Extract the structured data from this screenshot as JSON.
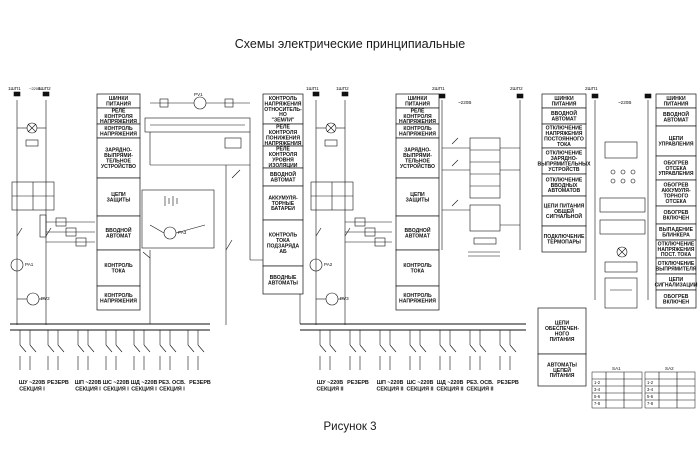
{
  "title": "Схемы электрические принципиальные",
  "caption": "Рисунок 3",
  "bus_labels": {
    "v220": "~220В",
    "sb1": "1ШП1",
    "sb2": "1ШП2",
    "sb3": "2ШП1",
    "sb4": "2ШП2"
  },
  "blocks_1": [
    [
      "ШИНКИ",
      "ПИТАНИЯ"
    ],
    [
      "РЕЛЕ",
      "КОНТРОЛЯ",
      "НАПРЯЖЕНИЯ"
    ],
    [
      "КОНТРОЛЬ",
      "НАПРЯЖЕНИЯ"
    ],
    [
      "ЗАРЯДНО-",
      "ВЫПРЯМИ-",
      "ТЕЛЬНОЕ",
      "УСТРОЙСТВО"
    ],
    [
      "ЦЕПИ",
      "ЗАЩИТЫ"
    ],
    [
      "ВВОДНОЙ",
      "АВТОМАТ"
    ],
    [
      "КОНТРОЛЬ",
      "ТОКА"
    ],
    [
      "КОНТРОЛЬ",
      "НАПРЯЖЕНИЯ"
    ]
  ],
  "blocks_2": [
    [
      "КОНТРОЛЬ",
      "НАПРЯЖЕНИЯ",
      "ОТНОСИТЕЛЬ-",
      "НО",
      "\"ЗЕМЛИ\""
    ],
    [
      "РЕЛЕ",
      "КОНТРОЛЯ",
      "ПОНИЖЕНИЯ",
      "НАПРЯЖЕНИЯ"
    ],
    [
      "РЕЛЕ",
      "КОНТРОЛЯ",
      "УРОВНЯ",
      "ИЗОЛЯЦИИ"
    ],
    [
      "ВВОДНОЙ",
      "АВТОМАТ"
    ],
    [
      "АККУМУЛЯ-",
      "ТОРНЫЕ",
      "БАТАРЕИ"
    ],
    [
      "КОНТРОЛЬ",
      "ТОКА",
      "ПОДЗАРЯДА",
      "АБ"
    ],
    [
      "ВВОДНЫЕ",
      "АВТОМАТЫ"
    ]
  ],
  "blocks_3": [
    [
      "ШИНКИ",
      "ПИТАНИЯ"
    ],
    [
      "РЕЛЕ",
      "КОНТРОЛЯ",
      "НАПРЯЖЕНИЯ"
    ],
    [
      "КОНТРОЛЬ",
      "НАПРЯЖЕНИЯ"
    ],
    [
      "ЗАРЯДНО-",
      "ВЫПРЯМИ-",
      "ТЕЛЬНОЕ",
      "УСТРОЙСТВО"
    ],
    [
      "ЦЕПИ",
      "ЗАЩИТЫ"
    ],
    [
      "ВВОДНОЙ",
      "АВТОМАТ"
    ],
    [
      "КОНТРОЛЬ",
      "ТОКА"
    ],
    [
      "КОНТРОЛЬ",
      "НАПРЯЖЕНИЯ"
    ]
  ],
  "blocks_4": [
    [
      "ШИНКИ",
      "ПИТАНИЯ"
    ],
    [
      "ВВОДНОЙ",
      "АВТОМАТ"
    ],
    [
      "ОТКЛЮЧЕНИЕ",
      "НАПРЯЖЕНИЯ",
      "ПОСТОЯННОГО",
      "ТОКА"
    ],
    [
      "ОТКЛЮЧЕНИЕ",
      "ЗАРЯДНО-",
      "ВЫПРЯМИТЕЛЬНЫХ",
      "УСТРОЙСТВ"
    ],
    [
      "ОТКЛЮЧЕНИЕ",
      "ВВОДНЫХ",
      "АВТОМАТОВ"
    ],
    [
      "ЦЕПИ ПИТАНИЯ",
      "ОБЩЕЙ",
      "СИГНАЛЬНОЙ"
    ],
    [
      "ПОДКЛЮЧЕНИЕ",
      "ТЕРМОПАРЫ"
    ]
  ],
  "blocks_5": [
    [
      "ШИНКИ",
      "ПИТАНИЯ"
    ],
    [
      "ВВОДНОЙ",
      "АВТОМАТ"
    ],
    [
      "ЦЕПИ",
      "УПРАВЛЕНИЯ"
    ],
    [
      "ОБОГРЕВ",
      "ОТСЕКА",
      "УПРАВЛЕНИЯ"
    ],
    [
      "ОБОГРЕВ",
      "АККУМУЛЯ-",
      "ТОРНОГО",
      "ОТСЕКА"
    ],
    [
      "ОБОГРЕВ",
      "ВКЛЮЧЕН"
    ],
    [
      "ВЫПАДЕНИЕ",
      "БЛИНКЕРА"
    ],
    [
      "ОТКЛЮЧЕНИЕ",
      "НАПРЯЖЕНИЯ",
      "ПОСТ. ТОКА"
    ],
    [
      "ОТКЛЮЧЕНИЕ",
      "ВЫПРЯМИТЕЛЯ"
    ],
    [
      "ЦЕПИ",
      "СИГНАЛИЗАЦИИ"
    ],
    [
      "ОБОГРЕВ",
      "ВКЛЮЧЕН"
    ]
  ],
  "blocks_6": [
    [
      "ЦЕПИ",
      "ОБЕСПЕЧЕН-",
      "НОГО",
      "ПИТАНИЯ"
    ],
    [
      "АВТОМАТЫ",
      "ЦЕПЕЙ",
      "ПИТАНИЯ"
    ]
  ],
  "feeders_1": [
    [
      "ШУ ~220В",
      "СЕКЦИЯ I"
    ],
    [
      "РЕЗЕРВ"
    ],
    [
      "ШП ~220В",
      "СЕКЦИЯ I"
    ],
    [
      "ШС ~220В",
      "СЕКЦИЯ I"
    ],
    [
      "ШД ~220В",
      "СЕКЦИЯ I"
    ],
    [
      "РЕЗ. ОСВ.",
      "СЕКЦИЯ I"
    ],
    [
      "РЕЗЕРВ"
    ]
  ],
  "feeders_2": [
    [
      "ШУ ~220В",
      "СЕКЦИЯ II"
    ],
    [
      "РЕЗЕРВ"
    ],
    [
      "ШП ~220В",
      "СЕКЦИЯ II"
    ],
    [
      "ШС ~220В",
      "СЕКЦИЯ II"
    ],
    [
      "ШД ~220В",
      "СЕКЦИЯ II"
    ],
    [
      "РЕЗ. ОСВ.",
      "СЕКЦИЯ II"
    ],
    [
      "РЕЗЕРВ"
    ]
  ],
  "meters": {
    "pv1": "PV1",
    "pa1": "PA1",
    "pv2": "PV2",
    "pa2": "PA2",
    "pv3": "PV3",
    "pa3": "PA3"
  },
  "sa_tables": {
    "sa1_title": "SA1",
    "sa2_title": "SA2",
    "rows": [
      "1-2",
      "3-4",
      "5-6",
      "7-8"
    ]
  }
}
